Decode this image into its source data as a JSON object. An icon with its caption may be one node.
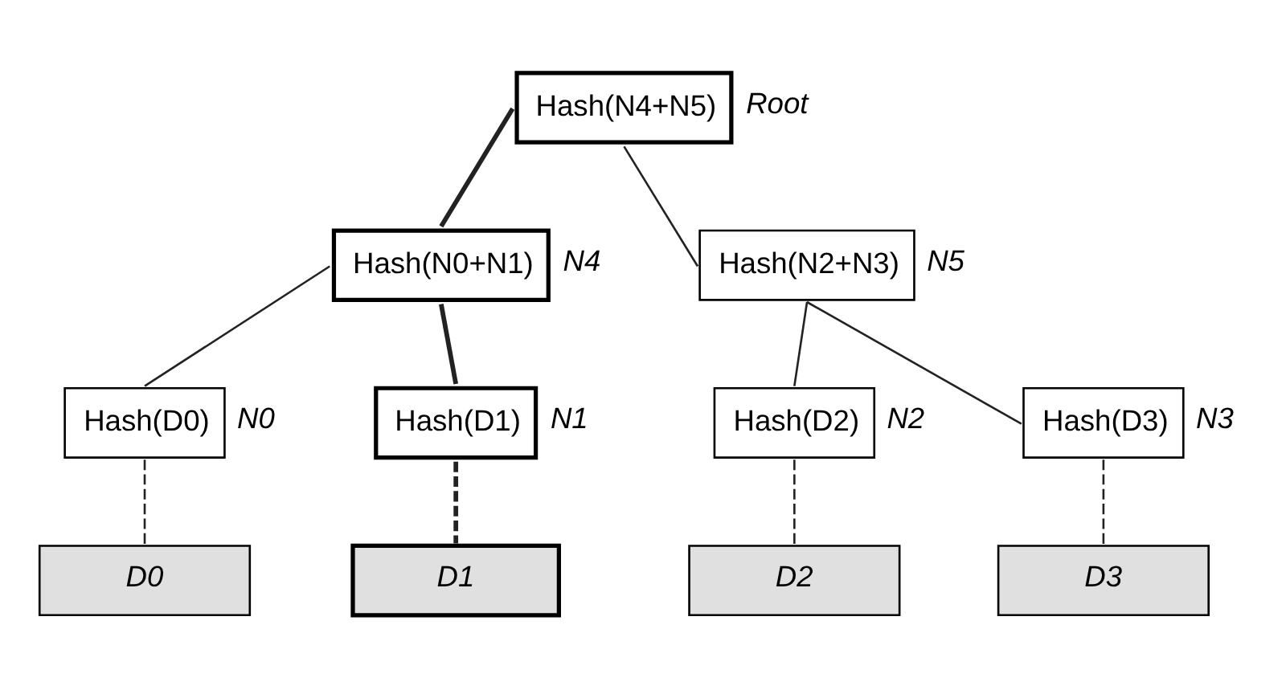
{
  "diagram": {
    "nodes": [
      {
        "text": [
          "Hash(N4+N5)"
        ],
        "beside": [
          "Root"
        ]
      },
      {
        "text": [
          "Hash(N0+N1)"
        ],
        "beside": [
          "N4"
        ]
      },
      {
        "text": [
          "Hash(N2+N3)"
        ],
        "beside": [
          "N5"
        ]
      },
      {
        "text": [
          "Hash(D0)"
        ],
        "beside": [
          "N0"
        ]
      },
      {
        "text": [
          "Hash(D1)"
        ],
        "beside": [
          "N1"
        ]
      },
      {
        "text": [
          "Hash(D2)"
        ],
        "beside": [
          "N2"
        ]
      },
      {
        "text": [
          "Hash(D3)"
        ],
        "beside": [
          "N3"
        ]
      },
      {
        "text": [
          "D0"
        ]
      },
      {
        "text": [
          "D1"
        ]
      },
      {
        "text": [
          "D2"
        ]
      },
      {
        "text": [
          "D3"
        ]
      }
    ],
    "edges": [
      {
        "from": 0,
        "to": 1,
        "arrow": "none",
        "style": "thick"
      },
      {
        "from": 0,
        "to": 2,
        "arrow": "none"
      },
      {
        "from": 1,
        "to": 3,
        "arrow": "none"
      },
      {
        "from": 1,
        "to": 4,
        "arrow": "none",
        "style": "thick"
      },
      {
        "from": 2,
        "to": 5,
        "arrow": "none"
      },
      {
        "from": 2,
        "to": 6,
        "arrow": "none"
      },
      {
        "from": 3,
        "to": 7,
        "arrow": "none",
        "style": "dashed"
      },
      {
        "from": 4,
        "to": 8,
        "arrow": "none",
        "style": "dashed"
      },
      {
        "from": 5,
        "to": 9,
        "arrow": "none",
        "style": "dashed"
      },
      {
        "from": 6,
        "to": 10,
        "arrow": "none",
        "style": "dashed"
      }
    ]
  }
}
